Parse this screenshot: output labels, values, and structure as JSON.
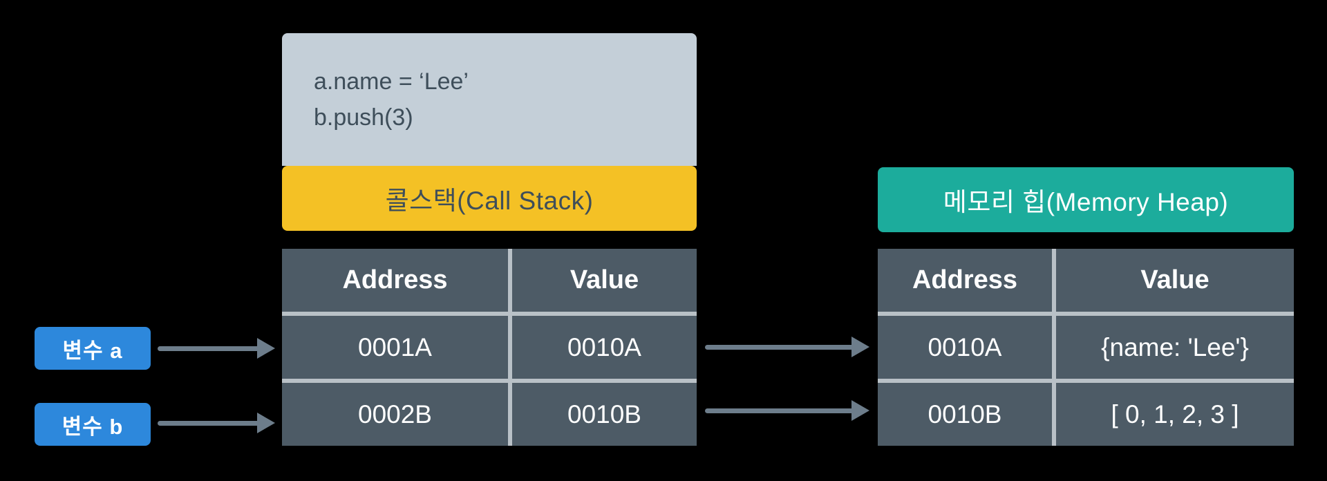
{
  "code_box": {
    "lines": [
      "a.name = ‘Lee’",
      "b.push(3)"
    ]
  },
  "call_stack": {
    "banner_label": "콜스택(Call Stack)",
    "table": {
      "headers": [
        "Address",
        "Value"
      ],
      "rows": [
        [
          "0001A",
          "0010A"
        ],
        [
          "0002B",
          "0010B"
        ]
      ]
    }
  },
  "memory_heap": {
    "banner_label": "메모리 힙(Memory Heap)",
    "table": {
      "headers": [
        "Address",
        "Value"
      ],
      "rows": [
        [
          "0010A",
          "{name: 'Lee'}"
        ],
        [
          "0010B",
          "[ 0, 1, 2, 3 ]"
        ]
      ]
    }
  },
  "variables": [
    {
      "label": "변수 a"
    },
    {
      "label": "변수 b"
    }
  ],
  "colors": {
    "background": "#000000",
    "code_box_bg": "#c4cfd8",
    "call_stack_banner_bg": "#f4c125",
    "memory_heap_banner_bg": "#1cac9c",
    "table_cell_bg": "#4d5b66",
    "table_grid_line": "#b9c1c7",
    "variable_chip_bg": "#2d88dc",
    "arrow": "#6d7d8b",
    "dark_text": "#3e4e5a",
    "light_text": "#ffffff"
  }
}
